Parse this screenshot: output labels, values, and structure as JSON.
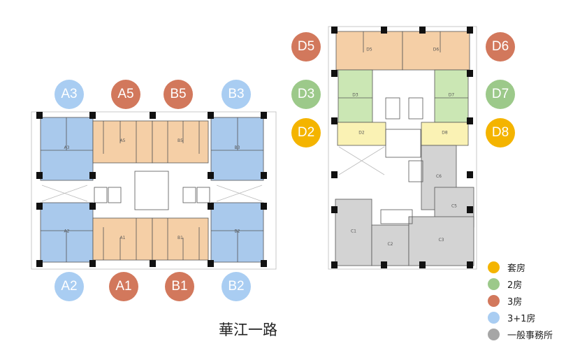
{
  "colors": {
    "suite": "#f4b400",
    "two_room": "#9cc98a",
    "three_room": "#d2785c",
    "three_plus_one": "#a9cdf2",
    "office": "#a6a6a6",
    "fill_suite": "#faf2b4",
    "fill_two_room": "#cbe7b4",
    "fill_three_room": "#f5cfa6",
    "fill_three_plus_one": "#a9c9ec",
    "fill_office": "#d3d3d3"
  },
  "left_plan": {
    "badges_top": [
      "A3",
      "A5",
      "B5",
      "B3"
    ],
    "badges_bottom": [
      "A2",
      "A1",
      "B1",
      "B2"
    ],
    "units": [
      "A3",
      "A5",
      "B5",
      "B3",
      "A2",
      "A1",
      "B1",
      "B2"
    ]
  },
  "right_plan": {
    "badges_left": [
      "D5",
      "D3",
      "D2"
    ],
    "badges_right": [
      "D6",
      "D7",
      "D8"
    ],
    "units": [
      "D5",
      "D6",
      "D3",
      "D7",
      "D2",
      "D8",
      "C6",
      "C5",
      "C1",
      "C2",
      "C3"
    ]
  },
  "street_label": "華江一路",
  "legend": [
    {
      "label": "套房",
      "color": "#f4b400"
    },
    {
      "label": "2房",
      "color": "#9cc98a"
    },
    {
      "label": "3房",
      "color": "#d2785c"
    },
    {
      "label": "3+1房",
      "color": "#a9cdf2"
    },
    {
      "label": "一般事務所",
      "color": "#a6a6a6"
    }
  ]
}
